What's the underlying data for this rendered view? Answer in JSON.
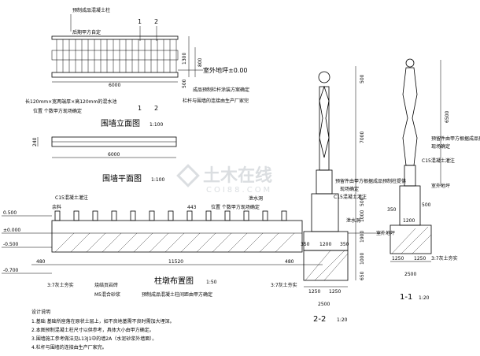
{
  "front_elevation": {
    "title": "围墙立面图",
    "scale": "1:100",
    "note_top_1": "预制成品混凝土柱",
    "note_top_2": "后期甲方自定",
    "section_mark_1": "1",
    "section_mark_2": "2",
    "width_dim": "6000",
    "height_dim_total": "1300",
    "height_dim_upper": "800",
    "height_dim_lower": "500",
    "level_mark": "室外地坪±0.00",
    "note_right_1": "成品预制栏杆涂装方案确定",
    "note_right_2": "栏杆与围墙的连接由生产厂家完",
    "note_bottom_1": "长120mm×宽两端厚×高120mm的混水池",
    "note_bottom_2": "位置 个数甲方现场确定",
    "section_mark_bottom_1": "1",
    "section_mark_bottom_2": "2"
  },
  "plan": {
    "title": "围墙平面图",
    "scale": "1:100",
    "thickness_dim": "240",
    "width_dim": "6000"
  },
  "pier_layout": {
    "title": "柱墩布置图",
    "scale": "1:50",
    "label_concrete_top": "C15混凝土灌注",
    "label_left_top": "余料",
    "spacing_dim": "443",
    "note_drain": "位置 个数甲方现场确定",
    "label_drain": "泄水洞",
    "level_1": "0.500",
    "level_2": "±0.000",
    "level_3": "-0.500",
    "level_4": "-0.700",
    "dim_left": "480",
    "dim_total": "11520",
    "dim_right": "480",
    "label_left_bottom": "3:7灰土夯实",
    "label_brick": "烧结页岩砖",
    "label_mortar": "M5混合砂浆",
    "label_right_bottom": "3:7灰土夯实",
    "label_precast": "预制成品混凝土柱间距由甲方确定"
  },
  "section_22": {
    "title": "2-2",
    "scale": "1:20",
    "note_1": "预留件由甲方根据成品预制柱提供",
    "note_2": "现场确定",
    "label_c15": "C15混凝土灌注",
    "label_drain": "泄水洞",
    "dim_top": "500",
    "dim_main": "7000",
    "dim_a": "500",
    "dim_b": "1000",
    "dim_c": "1900",
    "dim_d": "1000",
    "dim_e": "650",
    "dim_350_l": "350",
    "dim_1200": "1200",
    "dim_350_r": "350",
    "dim_1250_l": "1250",
    "dim_1250_r": "1250",
    "dim_total": "2500",
    "label_ground": "室外地坪"
  },
  "section_11": {
    "title": "1-1",
    "scale": "1:20",
    "note_1": "预留件由甲方根据成品预制柱提供",
    "note_2": "现场确定",
    "label_c15": "C15混凝土灌注",
    "label_ground": "室外地坪",
    "dim_top": "6500",
    "dim_350": "350",
    "dim_500": "500",
    "dim_1200": "1200",
    "dim_1250_l": "1250",
    "dim_1250_r": "1250",
    "dim_total": "2500",
    "label_soil": "3:7灰土夯实",
    "label_ground_2": "室外地坪"
  },
  "notes": {
    "heading": "设计说明",
    "line_1": "1.基础 基础所座落在原状土层上，如不良地基需不良时需加大埋深。",
    "line_2": "2.本图预制混凝土柱尺寸以供参考，具体大小由甲方确定。",
    "line_3": "3.围墙施工参考做法见L13J1中的墙2A（水泥砂浆外墙面）。",
    "line_4": "4.栏杆与围墙的连接由生产厂家完。"
  },
  "watermark": {
    "text_cn": "土木在线",
    "text_en": "COI88.COM"
  }
}
